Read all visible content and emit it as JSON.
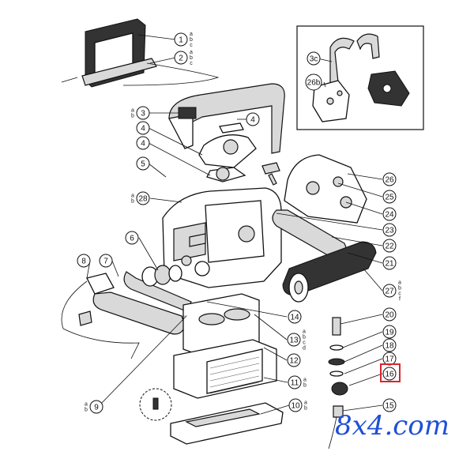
{
  "callouts": [
    {
      "id": "c1",
      "num": "1",
      "subs": "a b c"
    },
    {
      "id": "c2",
      "num": "2",
      "subs": "a b c"
    },
    {
      "id": "c3",
      "num": "3",
      "subs": "a b"
    },
    {
      "id": "c4a",
      "num": "4",
      "subs": ""
    },
    {
      "id": "c4b",
      "num": "4",
      "subs": ""
    },
    {
      "id": "c4c",
      "num": "4",
      "subs": ""
    },
    {
      "id": "c5",
      "num": "5",
      "subs": ""
    },
    {
      "id": "c6",
      "num": "6",
      "subs": ""
    },
    {
      "id": "c7",
      "num": "7",
      "subs": ""
    },
    {
      "id": "c8",
      "num": "8",
      "subs": ""
    },
    {
      "id": "c9",
      "num": "9",
      "subs": "a b"
    },
    {
      "id": "c10",
      "num": "10",
      "subs": "a b"
    },
    {
      "id": "c11",
      "num": "11",
      "subs": "a b"
    },
    {
      "id": "c12",
      "num": "12",
      "subs": ""
    },
    {
      "id": "c13",
      "num": "13",
      "subs": "a b c d"
    },
    {
      "id": "c14",
      "num": "14",
      "subs": ""
    },
    {
      "id": "c15",
      "num": "15",
      "subs": ""
    },
    {
      "id": "c16",
      "num": "16",
      "subs": ""
    },
    {
      "id": "c17",
      "num": "17",
      "subs": ""
    },
    {
      "id": "c18",
      "num": "18",
      "subs": ""
    },
    {
      "id": "c19",
      "num": "19",
      "subs": ""
    },
    {
      "id": "c20",
      "num": "20",
      "subs": ""
    },
    {
      "id": "c21",
      "num": "21",
      "subs": ""
    },
    {
      "id": "c22",
      "num": "22",
      "subs": ""
    },
    {
      "id": "c23",
      "num": "23",
      "subs": ""
    },
    {
      "id": "c24",
      "num": "24",
      "subs": ""
    },
    {
      "id": "c25",
      "num": "25",
      "subs": ""
    },
    {
      "id": "c26",
      "num": "26",
      "subs": ""
    },
    {
      "id": "c27",
      "num": "27",
      "subs": "a b c f"
    },
    {
      "id": "c28",
      "num": "28",
      "subs": "a b"
    },
    {
      "id": "c3c",
      "num": "3c",
      "subs": ""
    },
    {
      "id": "c26b",
      "num": "26b",
      "subs": ""
    }
  ],
  "highlight": {
    "callout": "16",
    "color": "#d9262c"
  },
  "watermark": {
    "text": "8x4.com",
    "color": "#1e4fd6"
  }
}
